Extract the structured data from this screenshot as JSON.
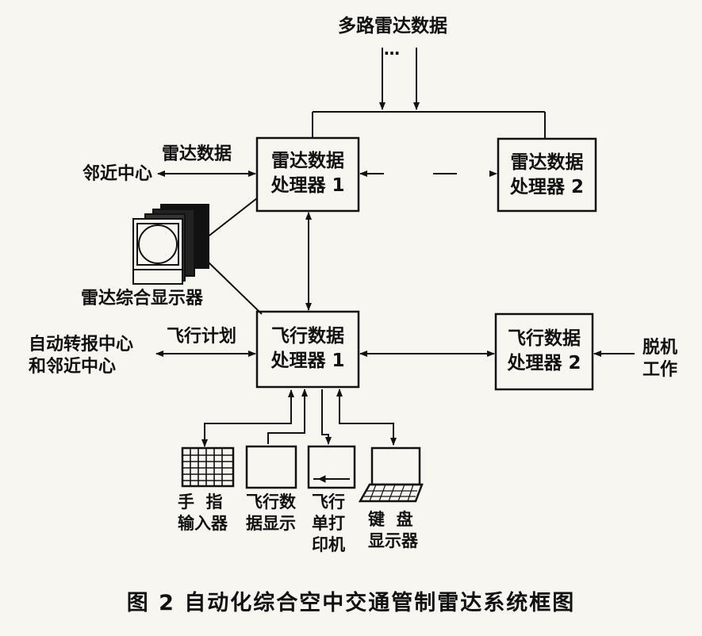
{
  "diagram": {
    "top_input": "多路雷达数据",
    "top_ellipsis": "…",
    "boxes": {
      "radar_proc_1": "雷达数据\n处理器 1",
      "radar_proc_2": "雷达数据\n处理器 2",
      "flight_proc_1": "飞行数据\n处理器 1",
      "flight_proc_2": "飞行数据\n处理器 2"
    },
    "labels": {
      "radar_data": "雷达数据",
      "neighbor_center": "邻近中心",
      "radar_display": "雷达综合显示器",
      "flight_plan": "飞行计划",
      "auto_relay_line1": "自动转报中心",
      "auto_relay_line2": "和邻近中心",
      "offline_line1": "脱机",
      "offline_line2": "工作"
    },
    "devices": {
      "finger_input": "手  指\n输入器",
      "flight_data_display": "飞行数\n据显示",
      "flight_strip_printer": "飞行\n单打\n印机",
      "keyboard_display": "键  盘\n显示器"
    }
  },
  "caption": "图 2   自动化综合空中交通管制雷达系统框图"
}
